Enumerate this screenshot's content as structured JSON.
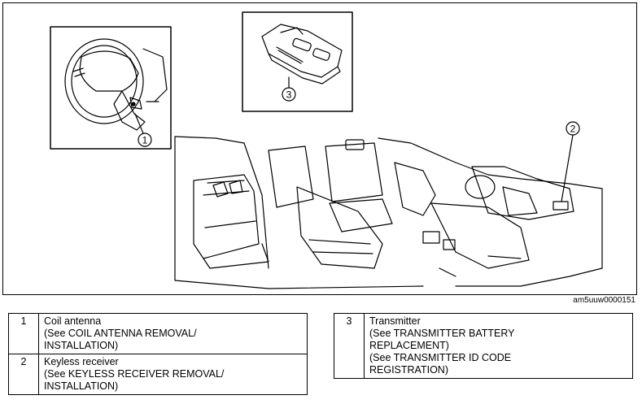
{
  "figure_code": "am5uuw0000151",
  "callouts": [
    "1",
    "2",
    "3"
  ],
  "legend": {
    "left": [
      {
        "number": "1",
        "lines": [
          "Coil antenna",
          "(See COIL ANTENNA REMOVAL/",
          "INSTALLATION)"
        ]
      },
      {
        "number": "2",
        "lines": [
          "Keyless receiver",
          "(See KEYLESS RECEIVER REMOVAL/",
          "INSTALLATION)"
        ]
      }
    ],
    "right": [
      {
        "number": "3",
        "lines": [
          "Transmitter",
          "(See TRANSMITTER BATTERY",
          "REPLACEMENT)",
          "(See TRANSMITTER ID CODE",
          "REGISTRATION)"
        ]
      }
    ]
  }
}
